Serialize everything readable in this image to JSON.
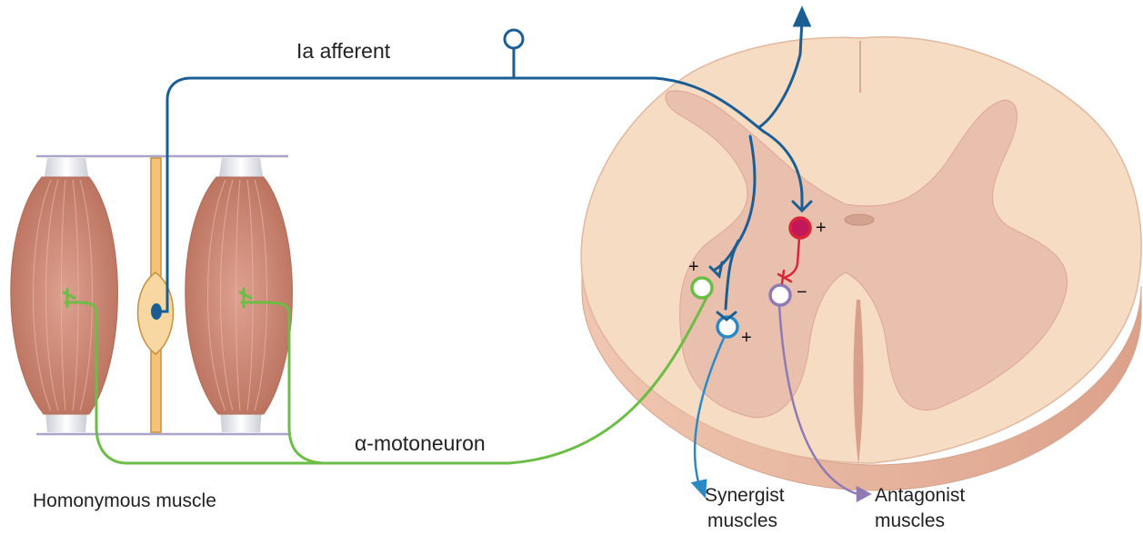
{
  "labels": {
    "ia_afferent": "Ia afferent",
    "alpha_motoneuron": "α-motoneuron",
    "homonymous_muscle": "Homonymous muscle",
    "synergist_line1": "Synergist",
    "synergist_line2": "muscles",
    "antagonist_line1": "Antagonist",
    "antagonist_line2": "muscles"
  },
  "synapse_signs": {
    "interneuron": "+",
    "motoneuron": "+",
    "synergist": "+",
    "antagonist": "−"
  },
  "colors": {
    "afferent": "#1a5e94",
    "motoneuron": "#6bbd45",
    "inhibitory_interneuron": "#d9263b",
    "antagonist_pathway": "#8e7ab5",
    "synergist_pathway": "#2b8ac6",
    "white_matter": "#f7dcc4",
    "gray_matter": "#e9c0ad",
    "cord_side": "#e8b29a",
    "muscle": "#cf8a76",
    "tendon": "#e8e8ea",
    "spindle": "#f5c27a"
  }
}
